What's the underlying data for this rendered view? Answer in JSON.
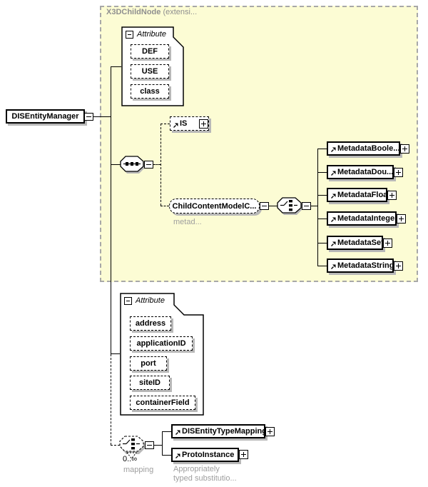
{
  "diagram": {
    "region_label_name": "X3DChildNode",
    "region_label_suffix": " (extensi...",
    "root_element": "DISEntityManager",
    "attribute_group_top": {
      "header": "Attribute",
      "items": [
        "DEF",
        "USE",
        "class"
      ]
    },
    "is_element": "IS",
    "child_content_model": {
      "label": "ChildContentModelC...",
      "annotation": "metad..."
    },
    "metadata_elements": [
      "MetadataBoole...",
      "MetadataDou...",
      "MetadataFloat",
      "MetadataInteger",
      "MetadataSet",
      "MetadataString"
    ],
    "attribute_group_bottom": {
      "header": "Attribute",
      "items": [
        "address",
        "applicationID",
        "port",
        "siteID",
        "containerField"
      ]
    },
    "mapping": {
      "cardinality": "0..∞",
      "label": "mapping"
    },
    "mapping_elements": [
      "DISEntityTypeMapping",
      "ProtoInstance"
    ],
    "substitution_note_line1": "Appropriately",
    "substitution_note_line2": "typed substitutio...",
    "colors": {
      "region_background": "#FCFCD4",
      "region_border": "#A8A8A8",
      "annotation_gray": "#9E9E9E",
      "shadow_gray": "#B8B8B8"
    }
  }
}
